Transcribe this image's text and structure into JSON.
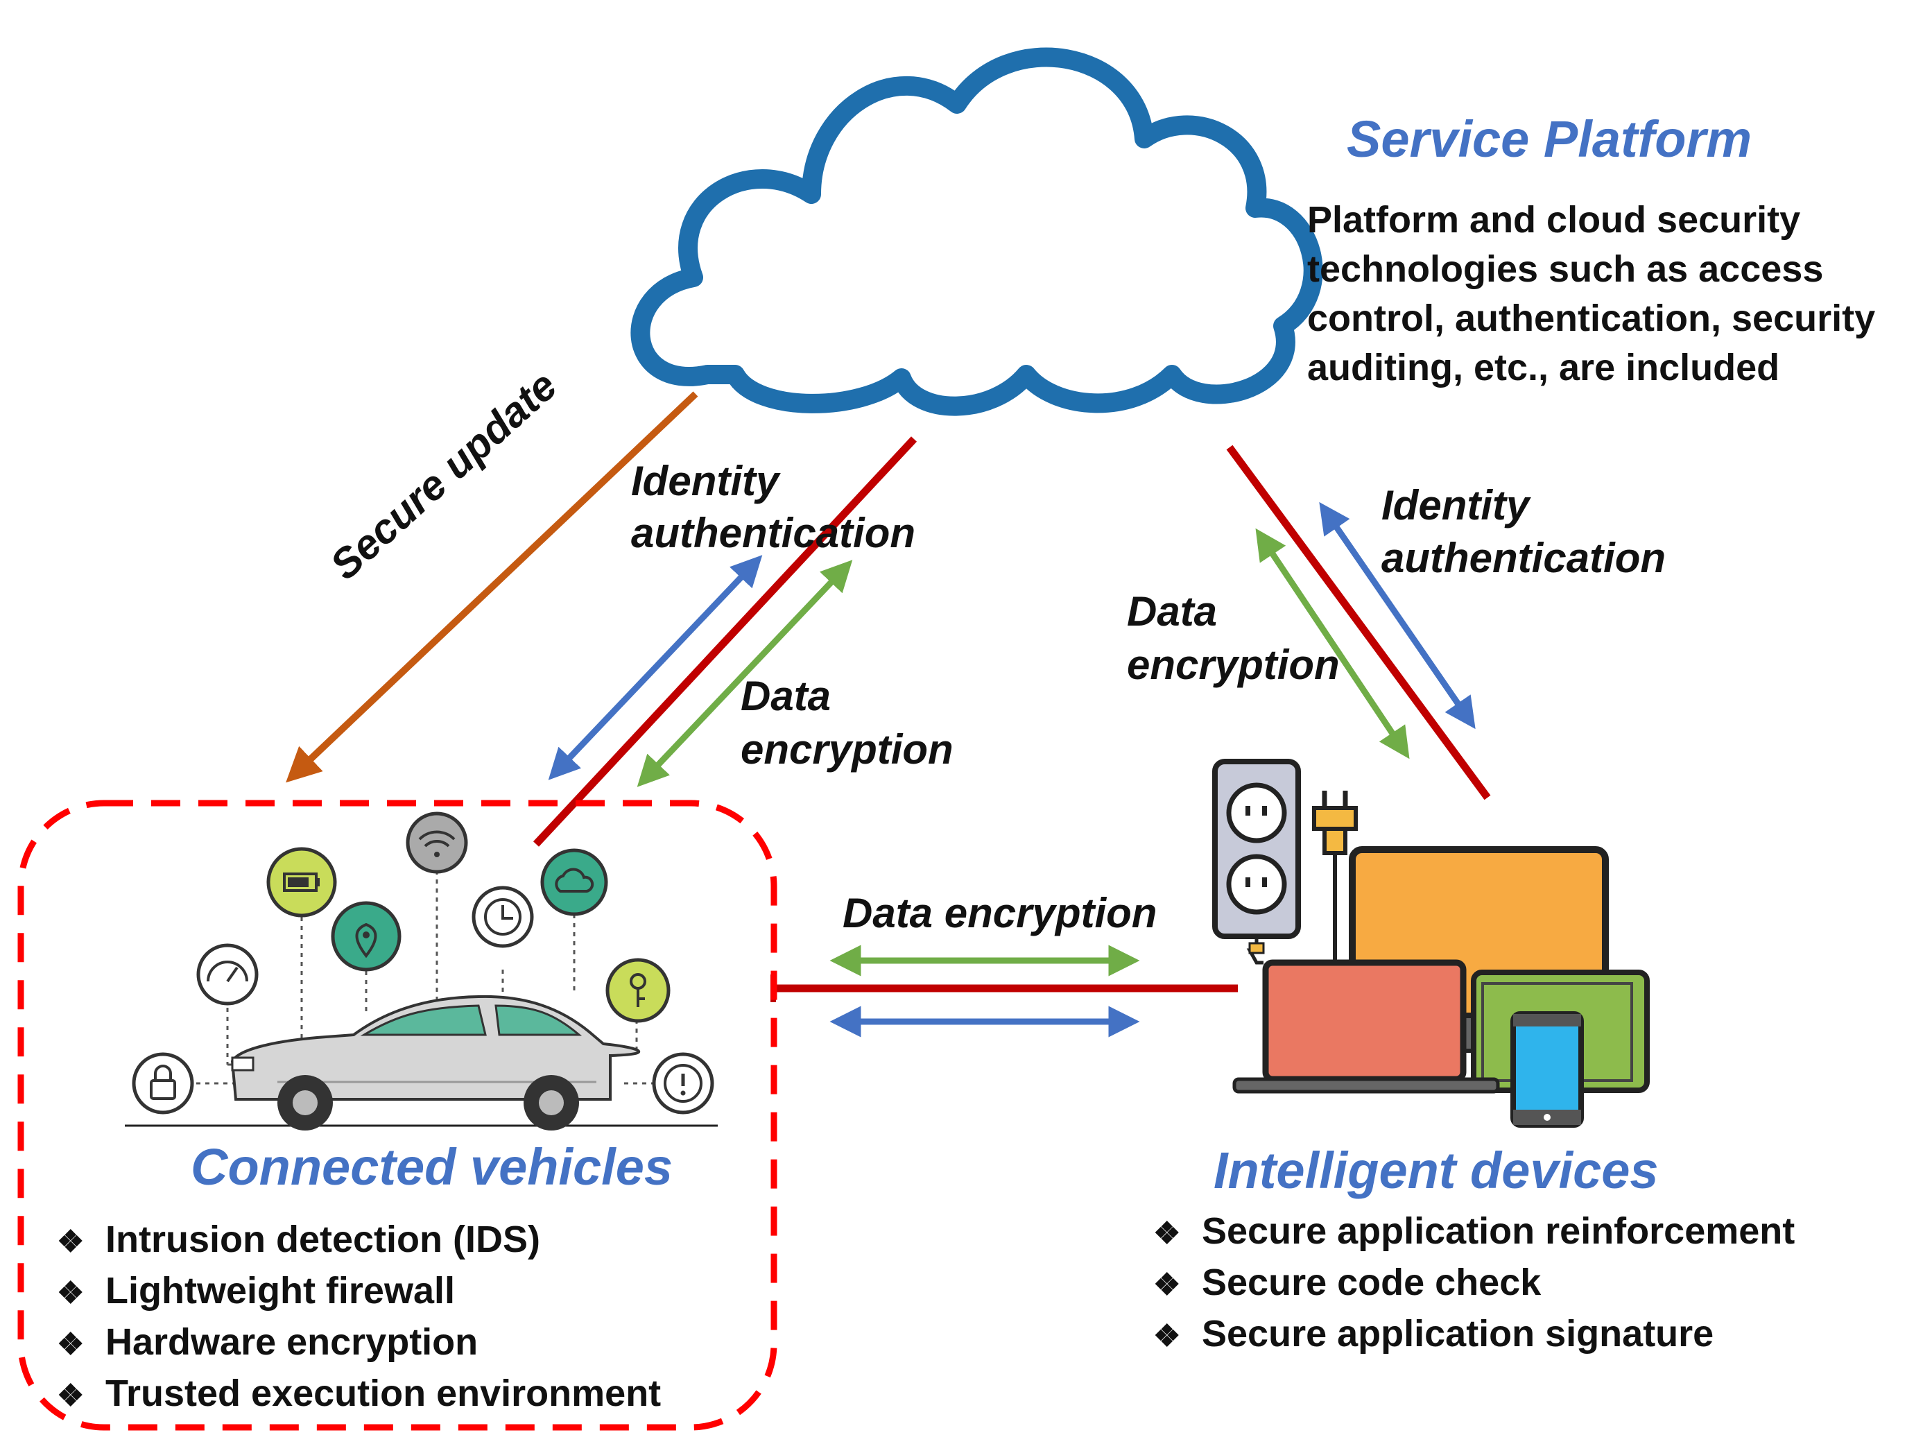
{
  "service_platform": {
    "title": "Service Platform",
    "description_lines": [
      "Platform and cloud security",
      "technologies such as access",
      "control, authentication, security",
      "auditing, etc., are included"
    ]
  },
  "connected_vehicles": {
    "title": "Connected vehicles",
    "features": [
      "Intrusion detection (IDS)",
      "Lightweight firewall",
      "Hardware encryption",
      "Trusted execution environment"
    ]
  },
  "intelligent_devices": {
    "title": "Intelligent devices",
    "features": [
      "Secure application reinforcement",
      "Secure code check",
      "Secure application signature"
    ]
  },
  "arrow_labels": {
    "secure_update": "Secure update",
    "left_identity_1": "Identity",
    "left_identity_2": "authentication",
    "left_data_1": "Data",
    "left_data_2": "encryption",
    "right_identity_1": "Identity",
    "right_identity_2": "authentication",
    "right_data_1": "Data",
    "right_data_2": "encryption",
    "bottom_data": "Data encryption"
  },
  "bullet_glyph": "❖",
  "colors": {
    "title_blue": "#4472c4",
    "cloud_blue": "#1f6fad",
    "secure_update_orange": "#c55a11",
    "red_line": "#c00000",
    "identity_blue": "#4472c4",
    "data_green": "#70ad47",
    "dashed_box_red": "#ff0000"
  },
  "icons": [
    "cloud-icon",
    "car-icon",
    "lock-icon",
    "speedometer-icon",
    "battery-icon",
    "location-pin-icon",
    "wifi-icon",
    "clock-icon",
    "cloud-small-icon",
    "key-icon",
    "alert-icon",
    "power-strip-icon",
    "plug-icon",
    "monitor-icon",
    "laptop-icon",
    "tablet-icon",
    "smartphone-icon"
  ]
}
